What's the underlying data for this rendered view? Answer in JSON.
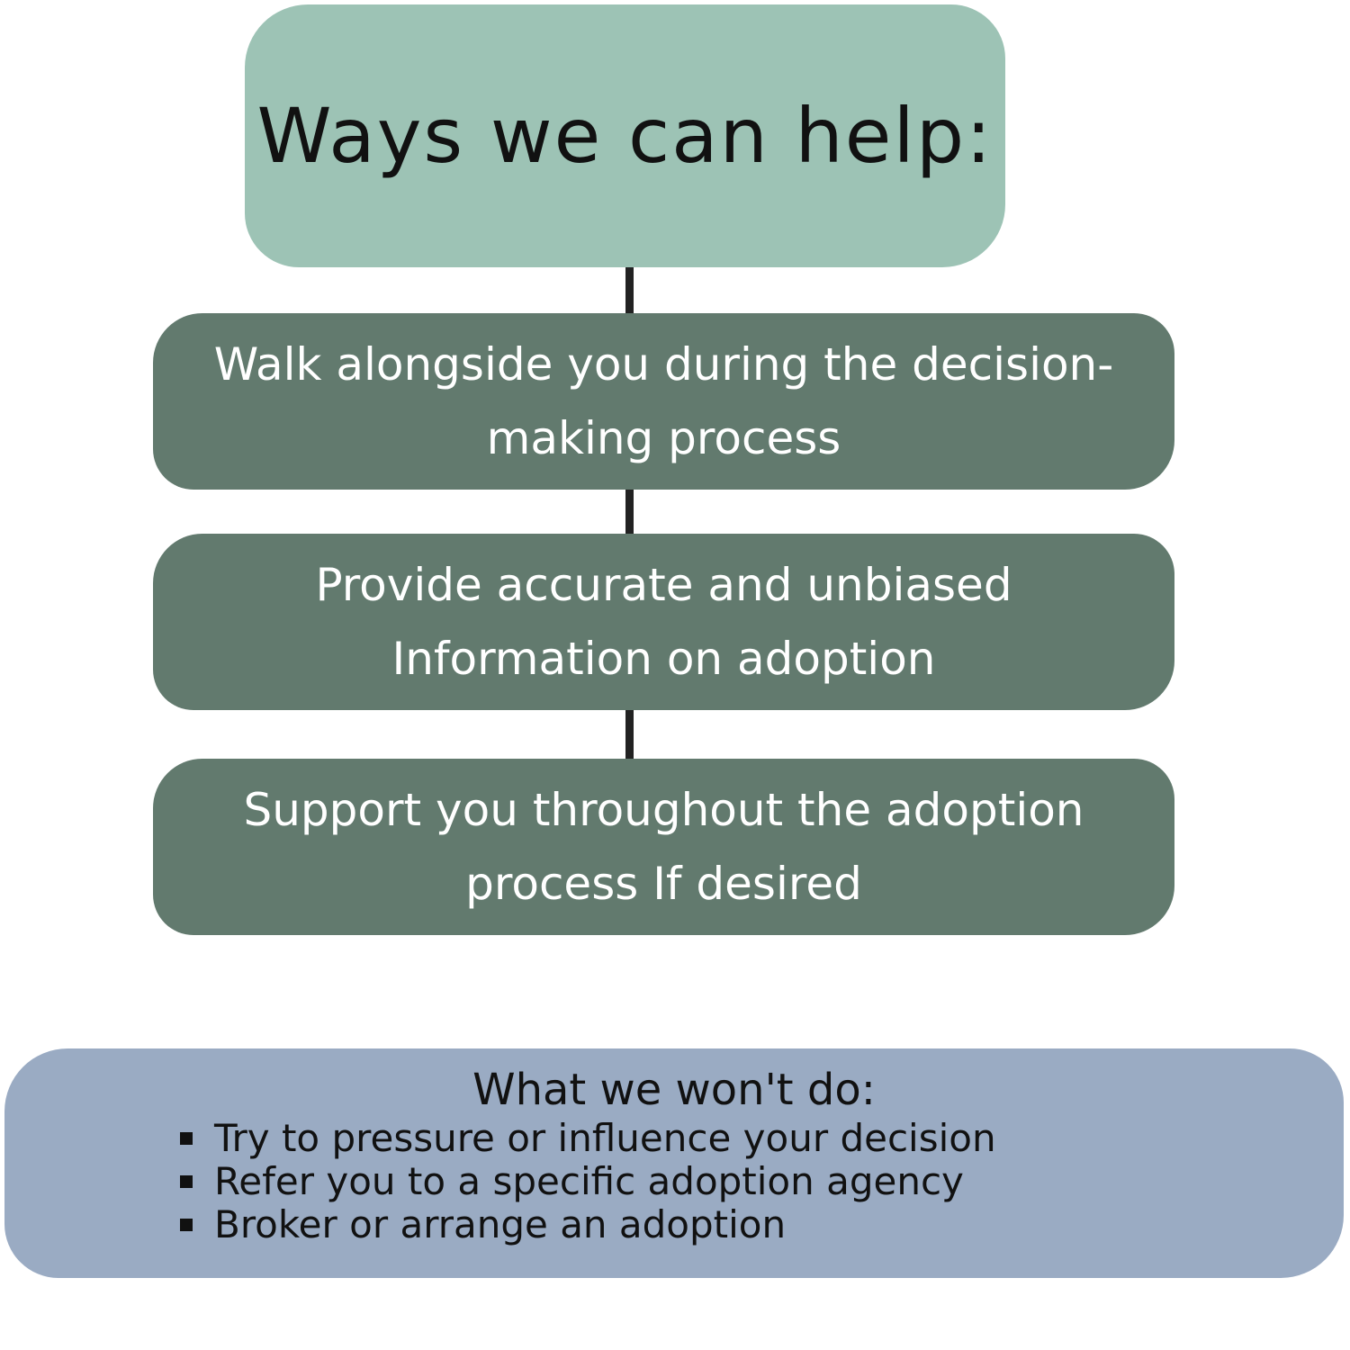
{
  "colors": {
    "header_box": "#9dc3b5",
    "step_box": "#627a6e",
    "wont_box": "#9aabc3",
    "connector": "#222222"
  },
  "header": {
    "title": "Ways we can help:"
  },
  "steps": [
    {
      "line1": "Walk alongside you during the decision-",
      "line2": "making process"
    },
    {
      "line1": "Provide accurate and unbiased",
      "line2": "Information on adoption"
    },
    {
      "line1": "Support you throughout the adoption",
      "line2": "process If desired"
    }
  ],
  "wont": {
    "title": "What we won't do:",
    "items": [
      "Try to pressure or influence your decision",
      "Refer you to a specific adoption agency",
      "Broker or arrange an adoption"
    ]
  }
}
